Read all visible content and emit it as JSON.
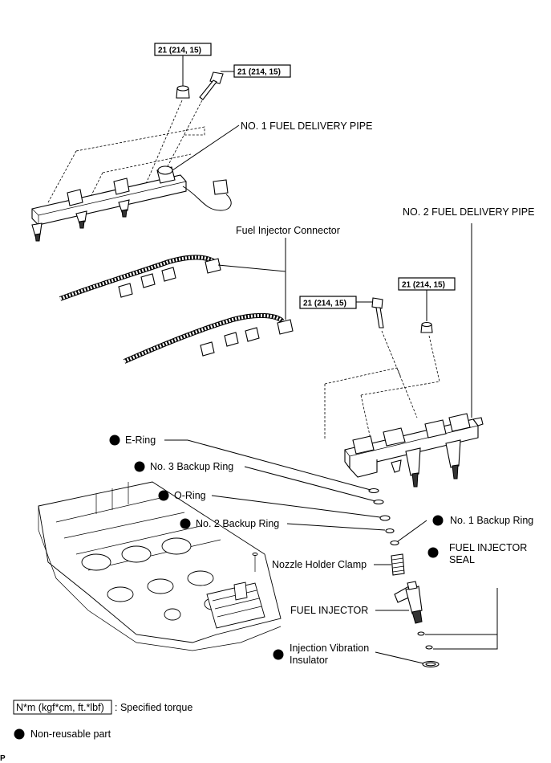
{
  "torque_value": "21 (214, 15)",
  "labels": {
    "no1_fuel_delivery_pipe": "NO. 1 FUEL DELIVERY PIPE",
    "no2_fuel_delivery_pipe": "NO. 2 FUEL DELIVERY PIPE",
    "fuel_injector_connector": "Fuel Injector Connector",
    "e_ring": "E-Ring",
    "no3_backup_ring": "No. 3 Backup Ring",
    "o_ring": "O-Ring",
    "no2_backup_ring": "No. 2 Backup Ring",
    "no1_backup_ring": "No. 1 Backup Ring",
    "fuel_injector_seal_1": "FUEL INJECTOR",
    "fuel_injector_seal_2": "SEAL",
    "nozzle_holder_clamp": "Nozzle Holder Clamp",
    "fuel_injector": "FUEL INJECTOR",
    "injection_vibration_insulator_1": "Injection Vibration",
    "injection_vibration_insulator_2": "Insulator"
  },
  "legend": {
    "torque_box_text": "N*m (kgf*cm, ft.*lbf)",
    "torque_desc": ": Specified torque",
    "nonreusable_desc": "Non-reusable part"
  },
  "corner_mark": "P"
}
